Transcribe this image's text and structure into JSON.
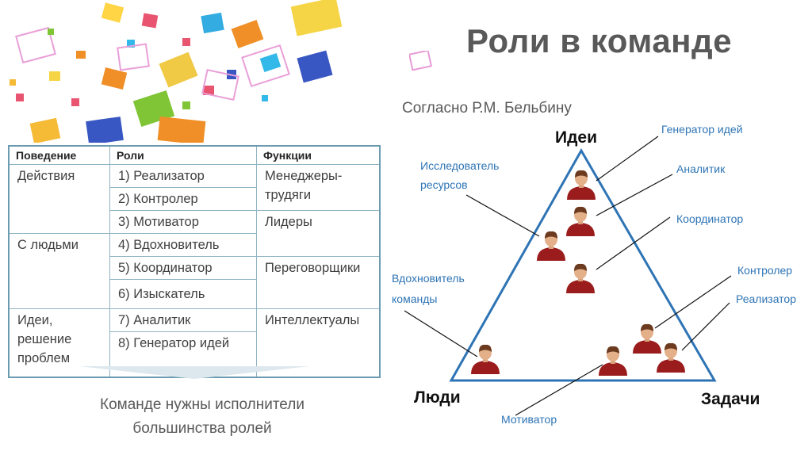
{
  "slide": {
    "title": "Роли в команде",
    "subtitle": "Согласно Р.М. Бельбину",
    "note_line1": "Команде нужны исполнители",
    "note_line2": "большинства ролей"
  },
  "table": {
    "headers": [
      "Поведение",
      "Роли",
      "Функции"
    ],
    "behavior": {
      "actions": "Действия",
      "people": "С людьми",
      "ideas_1": "Идеи,",
      "ideas_2": "решение",
      "ideas_3": "проблем"
    },
    "roles": [
      "1) Реализатор",
      "2) Контролер",
      "3) Мотиватор",
      "4) Вдохновитель",
      "5) Координатор",
      "6) Изыскатель",
      "7) Аналитик",
      "8) Генератор идей"
    ],
    "functions": {
      "managers_1": "Менеджеры-",
      "managers_2": "трудяги",
      "leaders": "Лидеры",
      "negotiators": "Переговорщики",
      "intellectuals": "Интеллектуалы"
    }
  },
  "diagram": {
    "corners": {
      "ideas": "Идеи",
      "people": "Люди",
      "tasks": "Задачи"
    },
    "labels": {
      "generator": "Генератор идей",
      "researcher_1": "Исследователь",
      "researcher_2": "ресурсов",
      "analyst": "Аналитик",
      "coordinator": "Координатор",
      "controller": "Контролер",
      "implementer": "Реализатор",
      "inspirer_1": "Вдохновитель",
      "inspirer_2": "команды",
      "motivator": "Мотиватор"
    },
    "colors": {
      "triangle": "#2e74b5",
      "label": "#2e74b5",
      "person_body": "#9b1c1c",
      "person_head": "#6b3a1f"
    }
  }
}
